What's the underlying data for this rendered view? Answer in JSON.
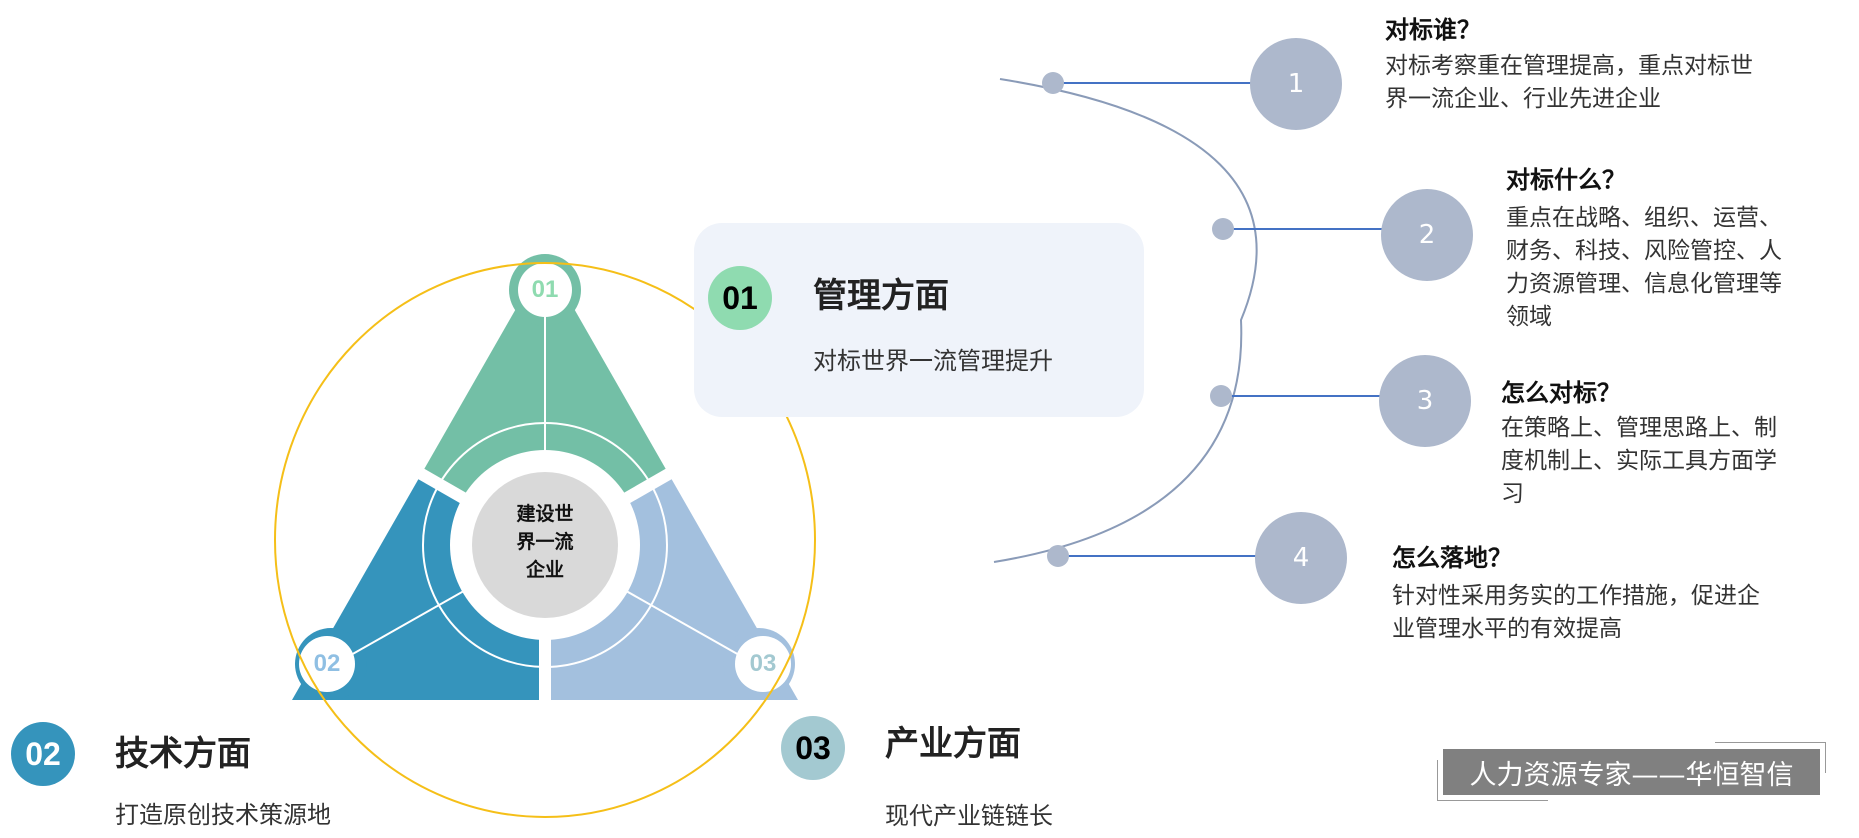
{
  "colors": {
    "green": "#73bfa6",
    "blue": "#3594bc",
    "light_blue": "#a3c0de",
    "ring": "#f5bf18",
    "grey_circle": "#adb8cc",
    "connector": "#4472c4",
    "arc": "#8a9bb8"
  },
  "diagram": {
    "center": [
      "建设世",
      "界一流",
      "企业"
    ],
    "segments": [
      {
        "num": "01",
        "num_color": "#8fdbb0"
      },
      {
        "num": "02",
        "num_color": "#8fbfe3"
      },
      {
        "num": "03",
        "num_color": "#a3c9d1"
      }
    ]
  },
  "aspects": [
    {
      "num": "01",
      "title": "管理方面",
      "desc": "对标世界一流管理提升",
      "badge_color": "#8fdbb0"
    },
    {
      "num": "02",
      "title": "技术方面",
      "desc": "打造原创技术策源地",
      "badge_color": "#3594bc"
    },
    {
      "num": "03",
      "title": "产业方面",
      "desc": "现代产业链链长",
      "badge_color": "#a3c9d1"
    }
  ],
  "steps": [
    {
      "num": "1",
      "question": "对标谁？",
      "lines": [
        "对标考察重在管理提高，重点对标世",
        "界一流企业、行业先进企业"
      ]
    },
    {
      "num": "2",
      "question": "对标什么？",
      "lines": [
        "重点在战略、组织、运营、",
        "财务、科技、风险管控、人",
        "力资源管理、信息化管理等",
        "领域"
      ]
    },
    {
      "num": "3",
      "question": "怎么对标？",
      "lines": [
        "在策略上、管理思路上、制",
        "度机制上、实际工具方面学",
        "习"
      ]
    },
    {
      "num": "4",
      "question": "怎么落地？",
      "lines": [
        "针对性采用务实的工作措施，促进企",
        "业管理水平的有效提高"
      ]
    }
  ],
  "watermark": "人力资源专家——华恒智信"
}
